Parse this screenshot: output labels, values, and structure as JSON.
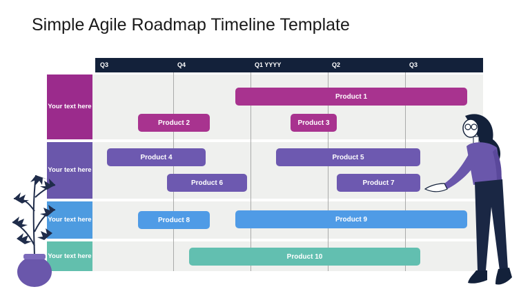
{
  "title": "Simple Agile Roadmap Timeline Template",
  "quarters": [
    "Q3",
    "Q4",
    "Q1 YYYY",
    "Q2",
    "Q3"
  ],
  "rows": [
    {
      "label": "Your text here",
      "color": "#9b2b8c"
    },
    {
      "label": "Your text here",
      "color": "#6a57ab"
    },
    {
      "label": "Your text here",
      "color": "#4d9be0"
    },
    {
      "label": "Your text here",
      "color": "#62bfad"
    }
  ],
  "products": [
    {
      "label": "Product 1",
      "color": "#a8338f"
    },
    {
      "label": "Product 2",
      "color": "#a8338f"
    },
    {
      "label": "Product 3",
      "color": "#a8338f"
    },
    {
      "label": "Product 4",
      "color": "#6d59b0"
    },
    {
      "label": "Product 5",
      "color": "#6d59b0"
    },
    {
      "label": "Product 6",
      "color": "#6d59b0"
    },
    {
      "label": "Product 7",
      "color": "#6d59b0"
    },
    {
      "label": "Product 8",
      "color": "#4f9be6"
    },
    {
      "label": "Product 9",
      "color": "#4f9be6"
    },
    {
      "label": "Product 10",
      "color": "#62bfb0"
    }
  ],
  "colors": {
    "header": "#13213a",
    "grid_bg": "#eff0ee",
    "plant_pot": "#6a57ab",
    "leaf": "#1f2c4a",
    "shirt": "#6a57ab",
    "pants": "#1a2744"
  }
}
